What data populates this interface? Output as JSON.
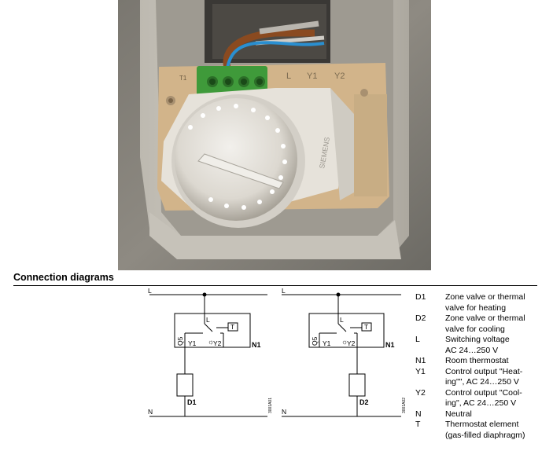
{
  "heading": "Connection diagrams",
  "photo": {
    "terminal_labels": [
      "T1",
      "L",
      "Y1",
      "Y2"
    ],
    "brand": "SIEMENS"
  },
  "diagrams": [
    {
      "line": "L",
      "neutral": "N",
      "inner_l": "L",
      "thermostat": "T",
      "contact_code": "Q5",
      "y1": "Y1",
      "y2": "Y2",
      "n1": "N1",
      "device": "D1",
      "figure_code": "3001A01"
    },
    {
      "line": "L",
      "neutral": "N",
      "inner_l": "L",
      "thermostat": "T",
      "contact_code": "Q5",
      "y1": "Y1",
      "y2": "Y2",
      "n1": "N1",
      "device": "D2",
      "figure_code": "3001A02"
    }
  ],
  "legend": [
    {
      "key": "D1",
      "lines": [
        "Zone valve or thermal",
        "valve for heating"
      ]
    },
    {
      "key": "D2",
      "lines": [
        "Zone valve or thermal",
        "valve for cooling"
      ]
    },
    {
      "key": "L",
      "lines": [
        "Switching voltage",
        "AC 24…250 V"
      ]
    },
    {
      "key": "N1",
      "lines": [
        "Room thermostat"
      ]
    },
    {
      "key": "Y1",
      "lines": [
        "Control output \"Heat-",
        "ing\"\", AC 24…250 V"
      ]
    },
    {
      "key": "Y2",
      "lines": [
        "Control output \"Cool-",
        "ing\", AC 24…250 V"
      ]
    },
    {
      "key": "N",
      "lines": [
        "Neutral"
      ]
    },
    {
      "key": "T",
      "lines": [
        "Thermostat element",
        "(gas-filled diaphragm)"
      ]
    }
  ]
}
